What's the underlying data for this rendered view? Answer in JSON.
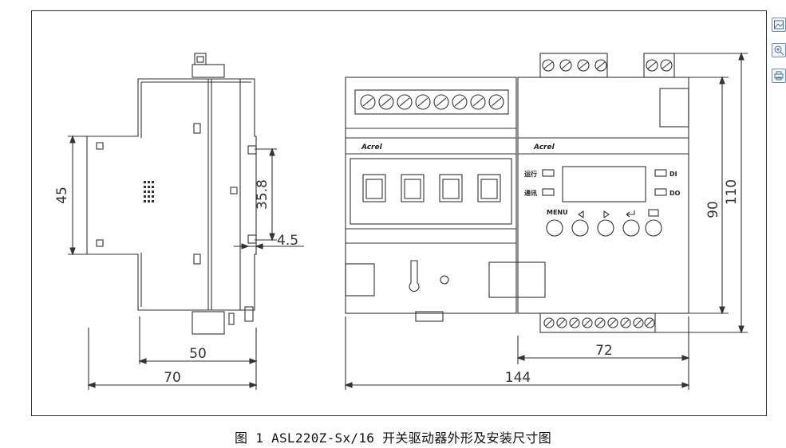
{
  "figure": {
    "caption": "图 1   ASL220Z-Sx/16 开关驱动器外形及安装尺寸图",
    "dimensions": {
      "side_height": "45",
      "rail_height": "35.8",
      "rail_offset": "4.5",
      "side_depth_inner": "50",
      "side_depth_total": "70",
      "front_width_total": "144",
      "front_width_right": "72",
      "front_height_inner": "90",
      "front_height_total": "110"
    },
    "panel": {
      "brand_left": "Acrel",
      "brand_right": "Acrel",
      "label_run": "运行",
      "label_comm": "通讯",
      "label_di": "DI",
      "label_do": "DO",
      "label_menu": "MENU"
    }
  },
  "toolbar": {
    "icons": [
      "image-icon",
      "zoom-in-icon",
      "print-icon"
    ]
  }
}
